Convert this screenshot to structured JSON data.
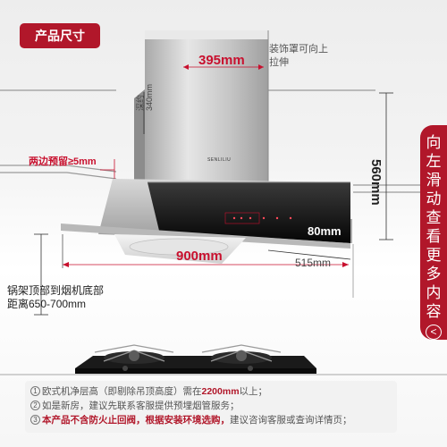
{
  "title_badge": "产品尺寸",
  "dimensions": {
    "cover_width": "395mm",
    "cover_note": "装饰罩可向上拉伸",
    "cover_depth": "深约\n340mm",
    "height": "560mm",
    "side_reserve": "两边预留≥5mm",
    "width": "900mm",
    "panel_thickness": "80mm",
    "depth": "515mm",
    "stove_distance": "锅架顶部到烟机底部距离650-700mm"
  },
  "brand_mark": "SENLILIU",
  "side_tab": {
    "label": "向左滑动查看更多内容",
    "arrow": "<"
  },
  "notes": [
    {
      "num": "1",
      "pre": "欧式机净层高（即剔除吊顶高度）需在",
      "hl": "2200mm",
      "post": "以上；"
    },
    {
      "num": "2",
      "pre": "如是新房，建议先联系客服提供预埋烟管服务；",
      "hl": "",
      "post": ""
    },
    {
      "num": "3",
      "pre": "",
      "hl": "本产品不含防火止回阀，根据安装环境选购，",
      "post": "建议咨询客服或查询详情页；"
    }
  ],
  "colors": {
    "accent": "#b1172a",
    "dimension_red": "#c8102e",
    "panel_black": "#121212",
    "steel": "#c9c9c9"
  }
}
